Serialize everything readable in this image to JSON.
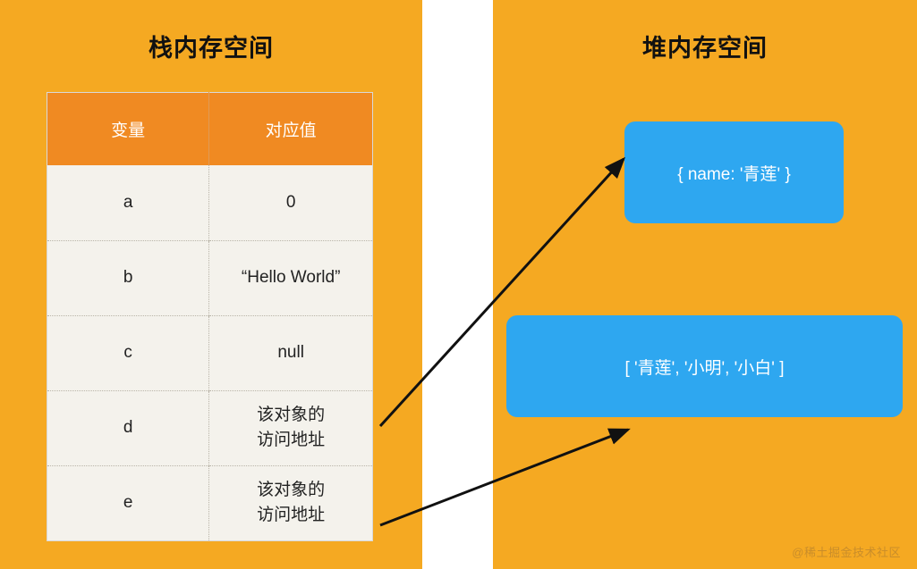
{
  "panels": {
    "stack": {
      "title": "栈内存空间"
    },
    "heap": {
      "title": "堆内存空间"
    }
  },
  "stack_table": {
    "headers": [
      "变量",
      "对应值"
    ],
    "rows": [
      {
        "variable": "a",
        "value": "0"
      },
      {
        "variable": "b",
        "value": "“Hello World”"
      },
      {
        "variable": "c",
        "value": "null"
      },
      {
        "variable": "d",
        "value_line1": "该对象的",
        "value_line2": "访问地址"
      },
      {
        "variable": "e",
        "value_line1": "该对象的",
        "value_line2": "访问地址"
      }
    ]
  },
  "heap_boxes": [
    {
      "label": "{ name: '青莲' }"
    },
    {
      "label": "[ '青莲', '小明', '小白' ]"
    }
  ],
  "watermark": "@稀土掘金技术社区",
  "colors": {
    "panel_background": "#f5a922",
    "table_header": "#f08a22",
    "table_body": "#f4f2ec",
    "heap_box": "#2ea7f0",
    "arrow": "#111111",
    "title_text": "#111111",
    "watermark_text": "#c98d2a"
  }
}
